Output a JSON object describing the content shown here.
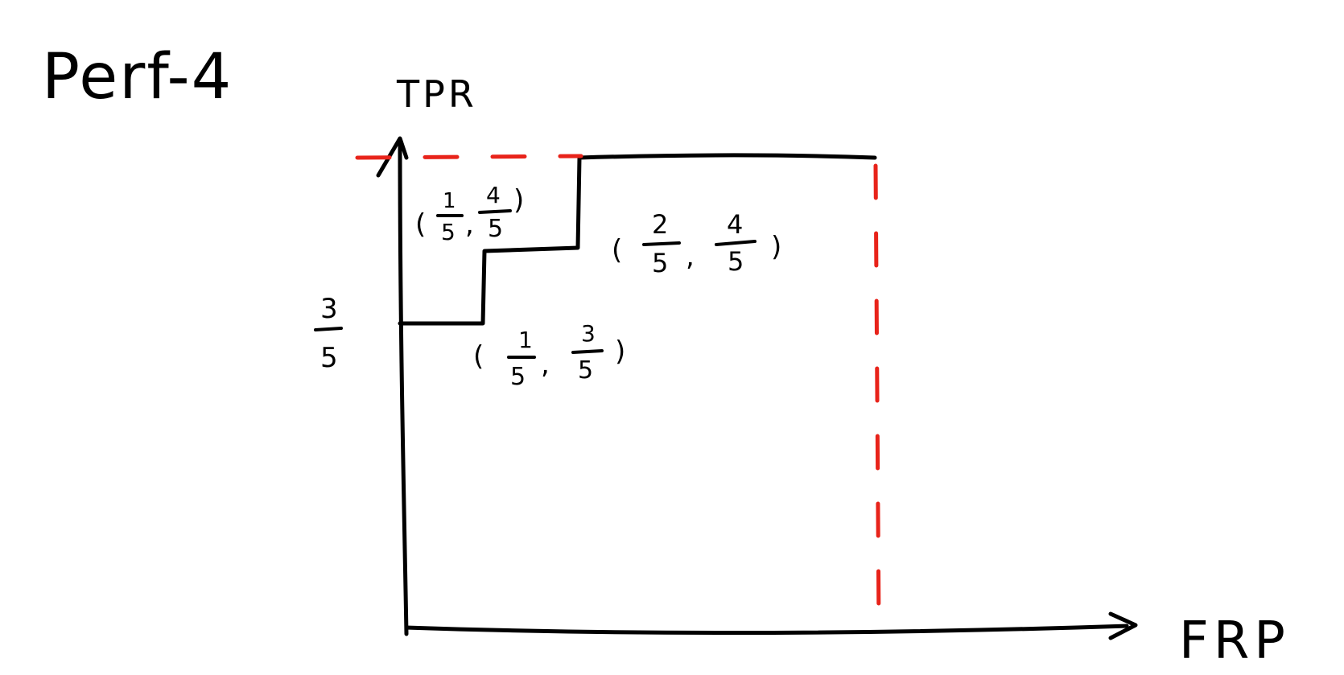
{
  "title": "Perf-4",
  "axes": {
    "y_label": "TPR",
    "x_label": "FRP"
  },
  "y_tick": {
    "numerator": "3",
    "denominator": "5"
  },
  "points": [
    {
      "id": "p1",
      "x_num": "1",
      "x_den": "5",
      "y_num": "3",
      "y_den": "5"
    },
    {
      "id": "p2",
      "x_num": "1",
      "x_den": "5",
      "y_num": "4",
      "y_den": "5"
    },
    {
      "id": "p3",
      "x_num": "2",
      "x_den": "5",
      "y_num": "4",
      "y_den": "5"
    }
  ],
  "colors": {
    "ink": "#000000",
    "dashed_guides": "#e8231a"
  }
}
